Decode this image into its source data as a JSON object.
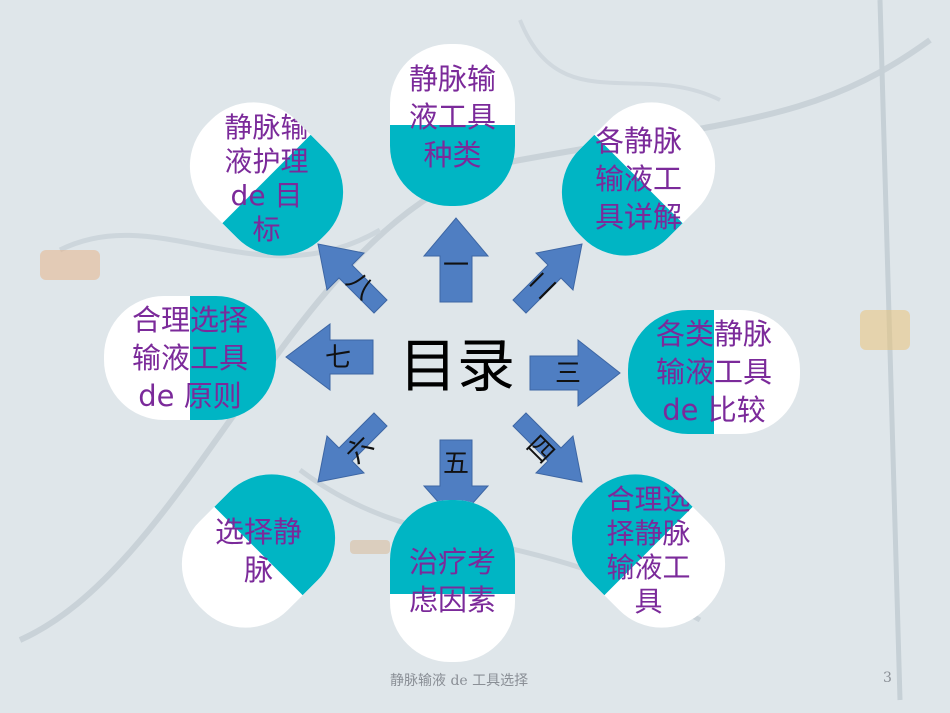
{
  "center_title": "目录",
  "colors": {
    "fill": "#00b5c4",
    "text": "#7b2a9a",
    "arrow": "#4f7ec2"
  },
  "items": [
    {
      "num": "一",
      "lines": [
        "静脉输",
        "液工具",
        "种类"
      ]
    },
    {
      "num": "二",
      "lines": [
        "各静脉",
        "输液工",
        "具详解"
      ]
    },
    {
      "num": "三",
      "lines": [
        "各类静脉",
        "输液工具",
        "de 比较"
      ]
    },
    {
      "num": "四",
      "lines": [
        "合理选",
        "择静脉",
        "输液工",
        "具"
      ]
    },
    {
      "num": "五",
      "lines": [
        "治疗考",
        "虑因素"
      ]
    },
    {
      "num": "六",
      "lines": [
        "选择静",
        "脉"
      ]
    },
    {
      "num": "七",
      "lines": [
        "合理选择",
        "输液工具",
        "de 原则"
      ]
    },
    {
      "num": "八",
      "lines": [
        "静脉输",
        "液护理",
        "de 目",
        "标"
      ]
    }
  ],
  "footer": {
    "title": "静脉输液 de 工具选择",
    "page": "3"
  }
}
